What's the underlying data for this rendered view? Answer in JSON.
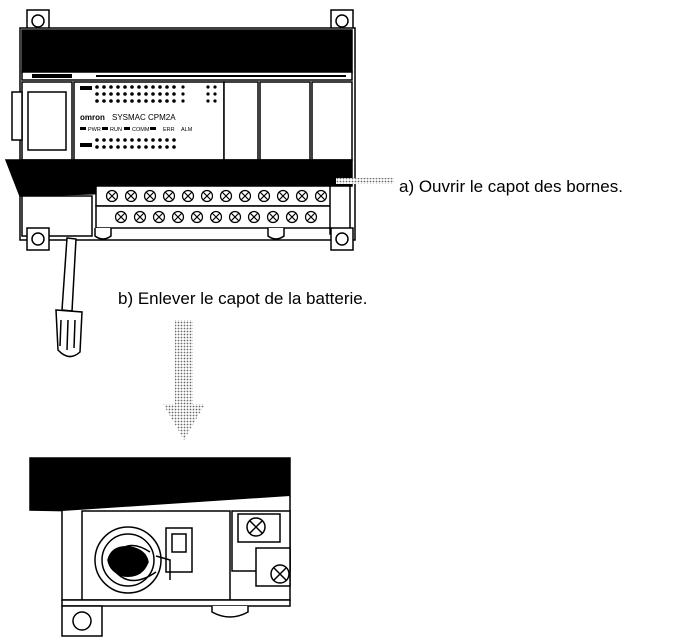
{
  "callouts": {
    "open_terminal_cover": "a) Ouvrir le capot des bornes.",
    "remove_battery_cover": "b) Enlever le capot de la batterie."
  },
  "device": {
    "brand": "omron",
    "model": "SYSMAC CPM2A",
    "indicators": [
      "PWR",
      "RUN",
      "COMM",
      "ERR",
      "ALM"
    ]
  },
  "colors": {
    "line": "#000000",
    "background": "#ffffff",
    "arrow_pattern": "#9a9a9a"
  }
}
